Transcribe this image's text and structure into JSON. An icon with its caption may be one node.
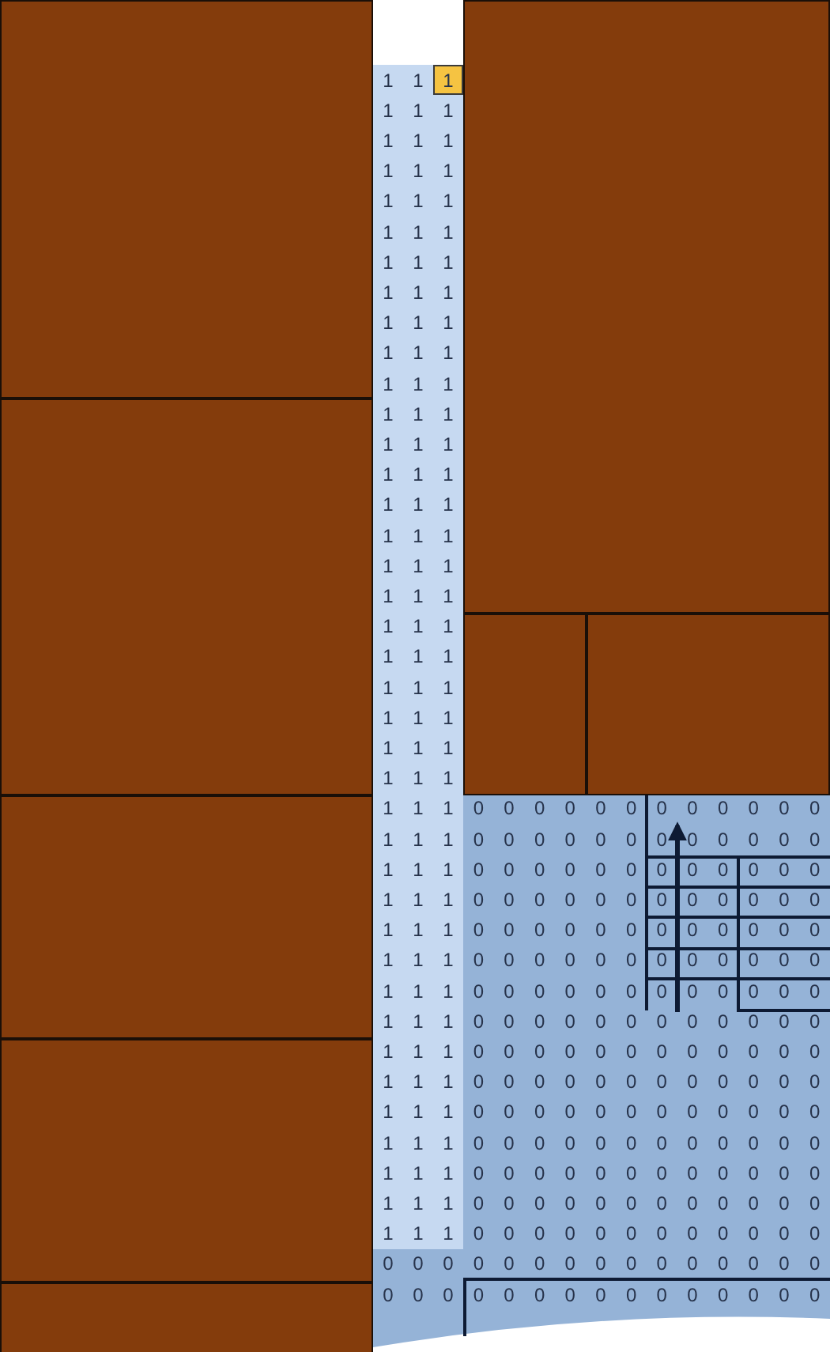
{
  "diagram": {
    "nodes": [
      {
        "text": [],
        "shape": "box"
      },
      {
        "text": [],
        "shape": "box"
      },
      {
        "text": [],
        "shape": "box"
      },
      {
        "text": [],
        "shape": "box"
      },
      {
        "text": [],
        "shape": "box"
      },
      {
        "text": [],
        "shape": "box"
      },
      {
        "text": [],
        "shape": "box"
      },
      {
        "text": [],
        "shape": "box"
      }
    ],
    "labels": [
      "1",
      "1",
      "1",
      "1",
      "1",
      "1",
      "1",
      "1",
      "1",
      "1",
      "1",
      "1",
      "1",
      "1",
      "1",
      "1",
      "1",
      "1",
      "1",
      "1",
      "1",
      "1",
      "1",
      "1",
      "1",
      "1",
      "1",
      "1",
      "1",
      "1",
      "1",
      "1",
      "1",
      "1",
      "1",
      "1",
      "1",
      "1",
      "1",
      "1",
      "1",
      "1",
      "1",
      "1",
      "1",
      "1",
      "1",
      "1",
      "1",
      "1",
      "1",
      "1",
      "1",
      "1",
      "1",
      "1",
      "1",
      "1",
      "1",
      "1",
      "1",
      "1",
      "1",
      "1",
      "1",
      "1",
      "1",
      "1",
      "1",
      "1",
      "1",
      "1",
      "1",
      "1",
      "1",
      "0",
      "0",
      "0",
      "0",
      "0",
      "0",
      "0",
      "0",
      "0",
      "0",
      "0",
      "0",
      "1",
      "1",
      "1",
      "0",
      "0",
      "0",
      "0",
      "0",
      "0",
      "0",
      "0",
      "0",
      "0",
      "0",
      "0",
      "1",
      "1",
      "1",
      "0",
      "0",
      "0",
      "0",
      "0",
      "0",
      "0",
      "0",
      "0",
      "0",
      "0",
      "0",
      "1",
      "1",
      "1",
      "0",
      "0",
      "0",
      "0",
      "0",
      "0",
      "0",
      "0",
      "0",
      "0",
      "0",
      "0",
      "1",
      "1",
      "1",
      "0",
      "0",
      "0",
      "0",
      "0",
      "0",
      "0",
      "0",
      "0",
      "0",
      "0",
      "0",
      "1",
      "1",
      "1",
      "0",
      "0",
      "0",
      "0",
      "0",
      "0",
      "0",
      "0",
      "0",
      "0",
      "0",
      "0",
      "1",
      "1",
      "1",
      "0",
      "0",
      "0",
      "0",
      "0",
      "0",
      "0",
      "0",
      "0",
      "0",
      "0",
      "0",
      "1",
      "1",
      "1",
      "0",
      "0",
      "0",
      "0",
      "0",
      "0",
      "0",
      "0",
      "0",
      "0",
      "0",
      "0",
      "1",
      "1",
      "1",
      "0",
      "0",
      "0",
      "0",
      "0",
      "0",
      "0",
      "0",
      "0",
      "0",
      "0",
      "0",
      "1",
      "1",
      "1",
      "0",
      "0",
      "0",
      "0",
      "0",
      "0",
      "0",
      "0",
      "0",
      "0",
      "0",
      "0",
      "1",
      "1",
      "1",
      "0",
      "0",
      "0",
      "0",
      "0",
      "0",
      "0",
      "0",
      "0",
      "0",
      "0",
      "0",
      "1",
      "1",
      "1",
      "0",
      "0",
      "0",
      "0",
      "0",
      "0",
      "0",
      "0",
      "0",
      "0",
      "0",
      "0",
      "1",
      "1",
      "1",
      "0",
      "0",
      "0",
      "0",
      "0",
      "0",
      "0",
      "0",
      "0",
      "0",
      "0",
      "0",
      "1",
      "1",
      "1",
      "0",
      "0",
      "0",
      "0",
      "0",
      "0",
      "0",
      "0",
      "0",
      "0",
      "0",
      "0",
      "1",
      "1",
      "1",
      "0",
      "0",
      "0",
      "0",
      "0",
      "0",
      "0",
      "0",
      "0",
      "0",
      "0",
      "0",
      "0",
      "0",
      "0",
      "0",
      "0",
      "0",
      "0",
      "0",
      "0",
      "0",
      "0",
      "0",
      "0",
      "0",
      "0",
      "0",
      "0",
      "0",
      "0",
      "0",
      "0",
      "0",
      "0",
      "0",
      "0",
      "0",
      "0",
      "0",
      "0",
      "0"
    ]
  }
}
